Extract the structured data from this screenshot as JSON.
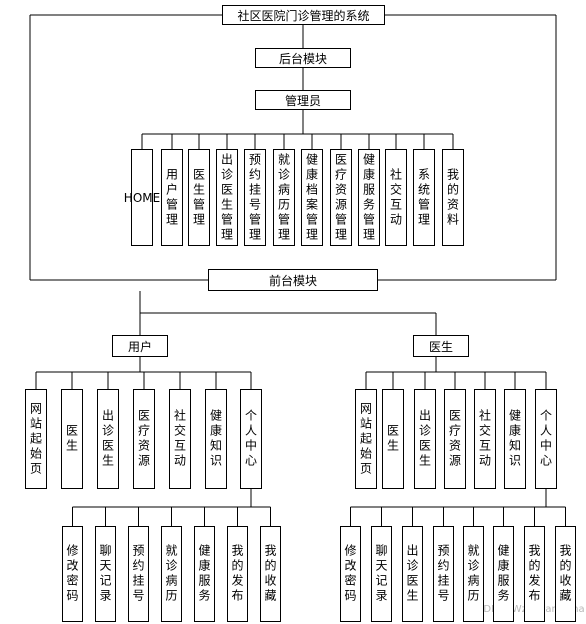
{
  "title": "社区医院门诊管理的系统",
  "backend": {
    "title": "后台模块",
    "role": "管理员",
    "modules": [
      "HOME",
      "用户管理",
      "医生管理",
      "出诊医生管理",
      "预约挂号管理",
      "就诊病历管理",
      "健康档案管理",
      "医疗资源管理",
      "健康服务管理",
      "社交互动",
      "系统管理",
      "我的资料"
    ]
  },
  "frontend": {
    "title": "前台模块",
    "branches": [
      {
        "name": "用户",
        "modules": [
          "网站起始页",
          "医生",
          "出诊医生",
          "医疗资源",
          "社交互动",
          "健康知识",
          "个人中心"
        ],
        "personal_center": [
          "修改密码",
          "聊天记录",
          "预约挂号",
          "就诊病历",
          "健康服务",
          "我的发布",
          "我的收藏"
        ]
      },
      {
        "name": "医生",
        "modules": [
          "网站起始页",
          "医生",
          "出诊医生",
          "医疗资源",
          "社交互动",
          "健康知识",
          "个人中心"
        ],
        "personal_center": [
          "修改密码",
          "聊天记录",
          "出诊医生",
          "预约挂号",
          "就诊病历",
          "健康服务",
          "我的发布",
          "我的收藏"
        ]
      }
    ]
  },
  "watermark": "CSDN @Wzhuyanbisha"
}
